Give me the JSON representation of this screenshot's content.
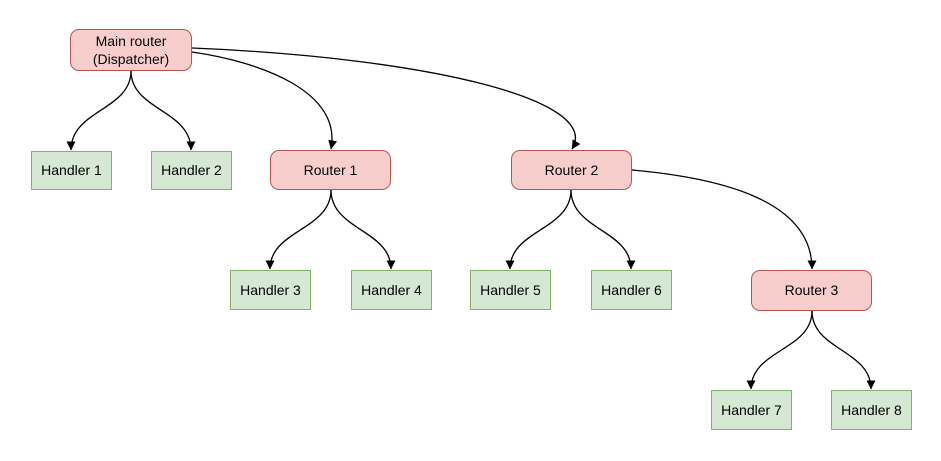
{
  "diagram": {
    "kind": "routing-tree",
    "colors": {
      "router_fill": "#f8cecc",
      "router_border": "#b85450",
      "handler_fill": "#d5e8d4",
      "handler_border": "#82b366",
      "edge": "#000000",
      "background": "#ffffff",
      "text": "#000000"
    },
    "nodes": [
      {
        "id": "main-router",
        "label": "Main router\n(Dispatcher)",
        "kind": "router"
      },
      {
        "id": "handler-1",
        "label": "Handler 1",
        "kind": "handler"
      },
      {
        "id": "handler-2",
        "label": "Handler 2",
        "kind": "handler"
      },
      {
        "id": "router-1",
        "label": "Router 1",
        "kind": "router"
      },
      {
        "id": "router-2",
        "label": "Router 2",
        "kind": "router"
      },
      {
        "id": "handler-3",
        "label": "Handler 3",
        "kind": "handler"
      },
      {
        "id": "handler-4",
        "label": "Handler 4",
        "kind": "handler"
      },
      {
        "id": "handler-5",
        "label": "Handler 5",
        "kind": "handler"
      },
      {
        "id": "handler-6",
        "label": "Handler 6",
        "kind": "handler"
      },
      {
        "id": "router-3",
        "label": "Router 3",
        "kind": "router"
      },
      {
        "id": "handler-7",
        "label": "Handler 7",
        "kind": "handler"
      },
      {
        "id": "handler-8",
        "label": "Handler 8",
        "kind": "handler"
      }
    ],
    "edges": [
      {
        "from": "main-router",
        "to": "handler-1"
      },
      {
        "from": "main-router",
        "to": "handler-2"
      },
      {
        "from": "main-router",
        "to": "router-1"
      },
      {
        "from": "main-router",
        "to": "router-2"
      },
      {
        "from": "router-1",
        "to": "handler-3"
      },
      {
        "from": "router-1",
        "to": "handler-4"
      },
      {
        "from": "router-2",
        "to": "handler-5"
      },
      {
        "from": "router-2",
        "to": "handler-6"
      },
      {
        "from": "router-2",
        "to": "router-3"
      },
      {
        "from": "router-3",
        "to": "handler-7"
      },
      {
        "from": "router-3",
        "to": "handler-8"
      }
    ]
  }
}
